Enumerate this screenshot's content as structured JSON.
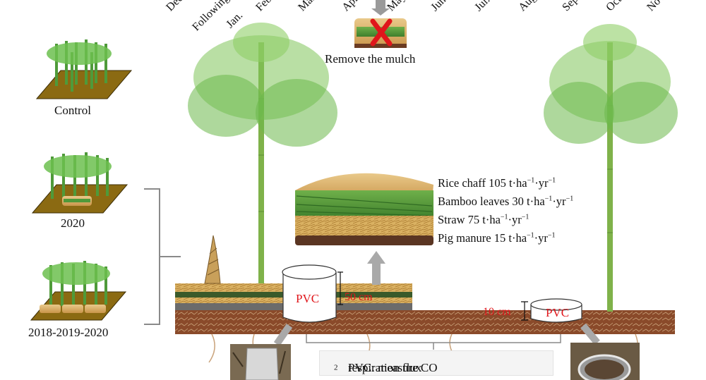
{
  "months": [
    "Dec.",
    "Following",
    "Jan.",
    "Feb.",
    "Mar.",
    "Apr.",
    "May",
    "Jun.",
    "Jul.",
    "Aug.",
    "Sep.",
    "Oct.",
    "Nov."
  ],
  "treatments": {
    "control": "Control",
    "t2020": "2020",
    "t2018": "2018-2019-2020"
  },
  "remove_label": "Remove the mulch",
  "mulch_layers": [
    {
      "name": "Rice chaff",
      "rate": "105"
    },
    {
      "name": "Bamboo leaves",
      "rate": "30"
    },
    {
      "name": "Straw",
      "rate": "75"
    },
    {
      "name": "Pig manure",
      "rate": "15"
    }
  ],
  "unit": {
    "t": "t·ha",
    "sup1": "−1",
    "mid": "·yr",
    "sup2": "−1"
  },
  "pvc_label": "PVC",
  "depth_large": "50 cm",
  "depth_small": "10 cm",
  "caption": {
    "pre": "PVC: measure CO",
    "sub": "2",
    "post": " respiration flux"
  }
}
